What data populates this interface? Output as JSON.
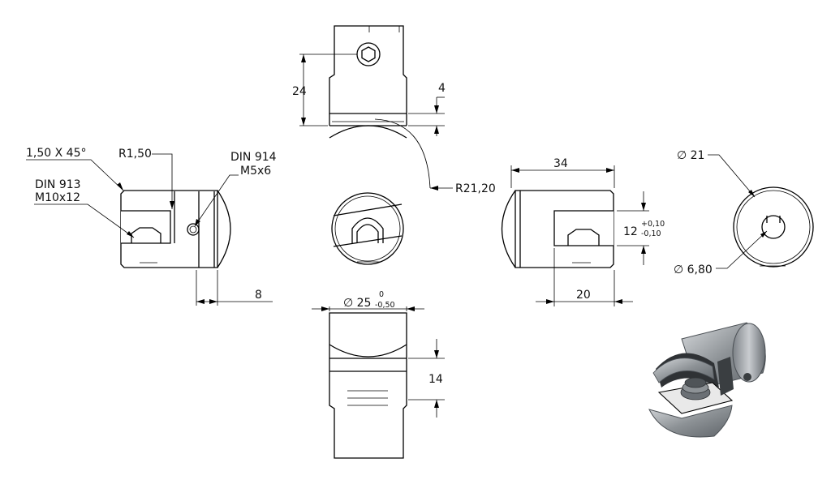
{
  "drawing": {
    "labels": {
      "chamfer": "1,50 X 45°",
      "fillet_radius": "R1,50",
      "set_screw_std": "DIN 914",
      "set_screw_size": "M5x6",
      "thumb_screw_std": "DIN 913",
      "thumb_screw_size": "M10x12",
      "height_top": "24",
      "step": "4",
      "outer_radius": "R21,20",
      "length": "34",
      "slot_width": "12",
      "slot_tol_upper": "+0,10",
      "slot_tol_lower": "-0,10",
      "slot_depth": "20",
      "offset": "8",
      "body_diameter": "∅ 25",
      "body_tol_upper": "0",
      "body_tol_lower": "-0,50",
      "height_bottom": "14",
      "end_diameter": "∅ 21",
      "bore_diameter": "∅ 6,80"
    },
    "colors": {
      "line": "#000000",
      "render_body": "#9a9ea3",
      "render_glass": "#e9e9e9"
    }
  }
}
